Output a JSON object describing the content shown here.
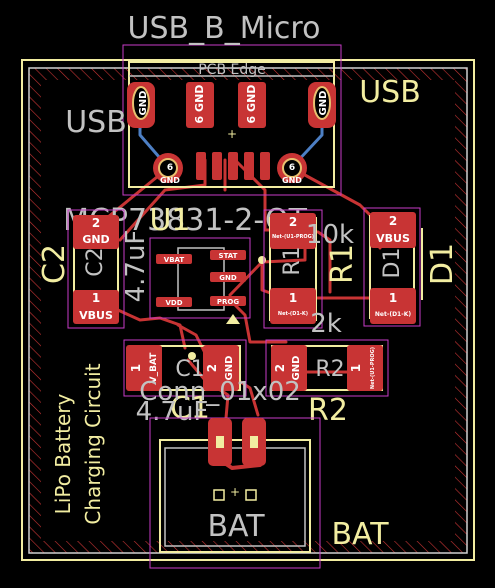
{
  "board": {
    "usb": {
      "value": "USB_B_Micro",
      "ref": "USB",
      "fab_ref": "USB",
      "edge_label": "PCB Edge",
      "pads": [
        {
          "num": "6",
          "net": "GND"
        },
        {
          "num": "6",
          "net": "GND"
        },
        {
          "num": "6",
          "net": "GND"
        },
        {
          "num": "6",
          "net": "GND"
        },
        {
          "num": "6",
          "net": "GND"
        },
        {
          "num": "6",
          "net": "GND"
        }
      ]
    },
    "u1": {
      "ref": "U1",
      "value": "MCP73831-2-OT",
      "pads": [
        "VBAT",
        "VDD",
        "STAT",
        "GND",
        "PROG"
      ]
    },
    "c2": {
      "ref": "C2",
      "fab_ref": "C2",
      "value": "4.7uF",
      "pad2": "GND",
      "pad1": "VBUS",
      "num1": "1",
      "num2": "2"
    },
    "r1": {
      "ref": "R1",
      "fab_ref": "R1",
      "value": "10k",
      "pad2": "Net-(U1-PROG)",
      "pad1": "Net-(D1-K)",
      "num1": "1",
      "num2": "2"
    },
    "d1": {
      "ref": "D1",
      "fab_ref": "D1",
      "pad2": "VBUS",
      "pad1": "Net-(D1-K)",
      "num1": "1",
      "num2": "2"
    },
    "c1": {
      "ref": "C1",
      "fab_ref": "C1",
      "value": "4.7uF",
      "pad1": "V_BAT",
      "pad2": "GND",
      "num1": "1",
      "num2": "2"
    },
    "r2": {
      "ref": "R2",
      "fab_ref": "R2",
      "value": "2k",
      "pad2": "GND",
      "pad1": "Net-(U1-PROG)",
      "num1": "1",
      "num2": "2"
    },
    "conn": {
      "value": "Conn_01x02",
      "ref": "BAT",
      "fab_ref": "BAT"
    },
    "caption": {
      "line1": "LiPo Battery",
      "line2": "Charging Circuit"
    }
  }
}
